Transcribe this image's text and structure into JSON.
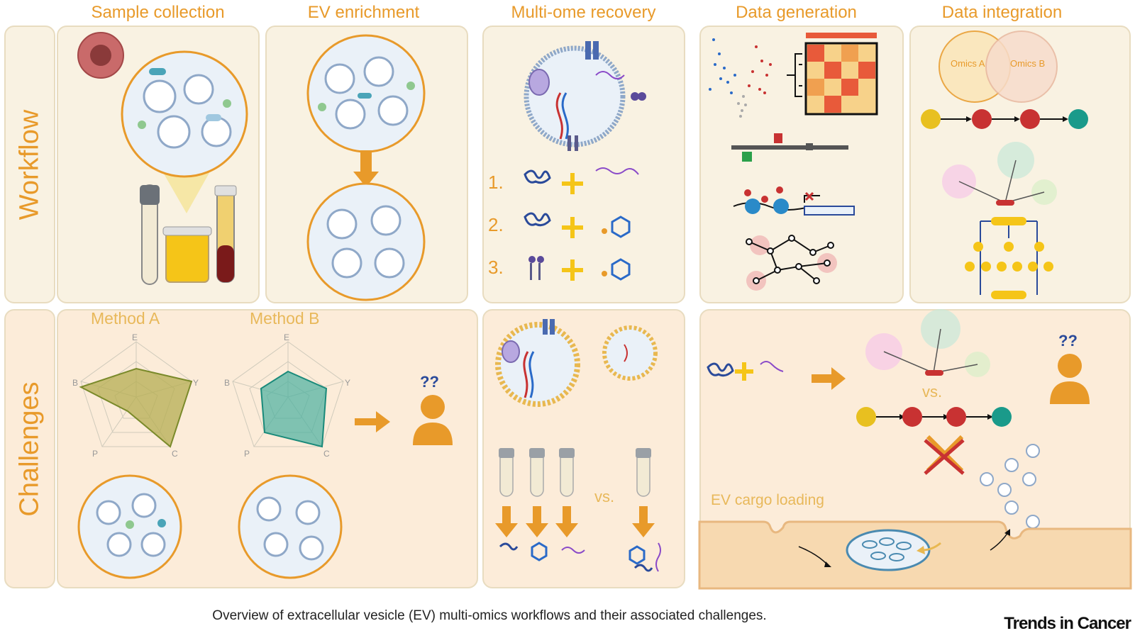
{
  "headers": {
    "sample_collection": "Sample collection",
    "ev_enrichment": "EV enrichment",
    "multiome_recovery": "Multi-ome recovery",
    "data_generation": "Data generation",
    "data_integration": "Data integration"
  },
  "rows": {
    "workflow": "Workflow",
    "challenges": "Challenges"
  },
  "recovery_steps": [
    "1.",
    "2.",
    "3."
  ],
  "omics_venn": {
    "a": "Omics A",
    "b": "Omics B"
  },
  "methods": {
    "a": {
      "title": "Method A",
      "axes": [
        "E",
        "Y",
        "C",
        "P",
        "B"
      ]
    },
    "b": {
      "title": "Method B",
      "axes": [
        "E",
        "Y",
        "C",
        "P",
        "B"
      ]
    }
  },
  "question_marks": "??",
  "vs_label": "vs.",
  "cargo_loading": "EV cargo loading",
  "caption": "Overview of extracellular vesicle (EV) multi-omics workflows and their associated challenges.",
  "brand": "Trends in Cancer",
  "colors": {
    "accent": "#e89a2a",
    "panel": "#f9f2e2",
    "panel_challenge": "#fcecd9",
    "border": "#e8dcc0"
  }
}
